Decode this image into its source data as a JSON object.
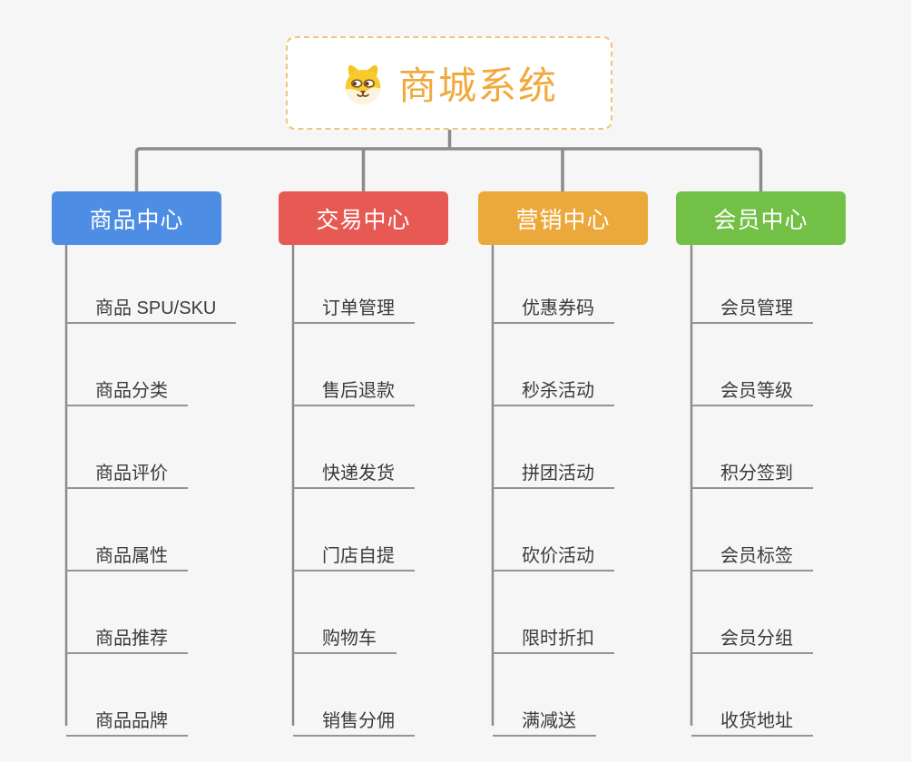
{
  "root": {
    "title": "商城系统",
    "icon": "doge-icon"
  },
  "branches": [
    {
      "label": "商品中心",
      "color": "#4d8de4",
      "items": [
        "商品 SPU/SKU",
        "商品分类",
        "商品评价",
        "商品属性",
        "商品推荐",
        "商品品牌"
      ]
    },
    {
      "label": "交易中心",
      "color": "#e75a54",
      "items": [
        "订单管理",
        "售后退款",
        "快递发货",
        "门店自提",
        "购物车",
        "销售分佣"
      ]
    },
    {
      "label": "营销中心",
      "color": "#eca93b",
      "items": [
        "优惠券码",
        "秒杀活动",
        "拼团活动",
        "砍价活动",
        "限时折扣",
        "满减送"
      ]
    },
    {
      "label": "会员中心",
      "color": "#73c047",
      "items": [
        "会员管理",
        "会员等级",
        "积分签到",
        "会员标签",
        "会员分组",
        "收货地址"
      ]
    }
  ],
  "colors": {
    "background": "#f6f6f6",
    "root_title": "#f2a93c",
    "root_border": "#f1c47d",
    "connector": "#8b8b8b",
    "leaf_underline": "#949494",
    "leaf_text": "#3b3b3b"
  }
}
